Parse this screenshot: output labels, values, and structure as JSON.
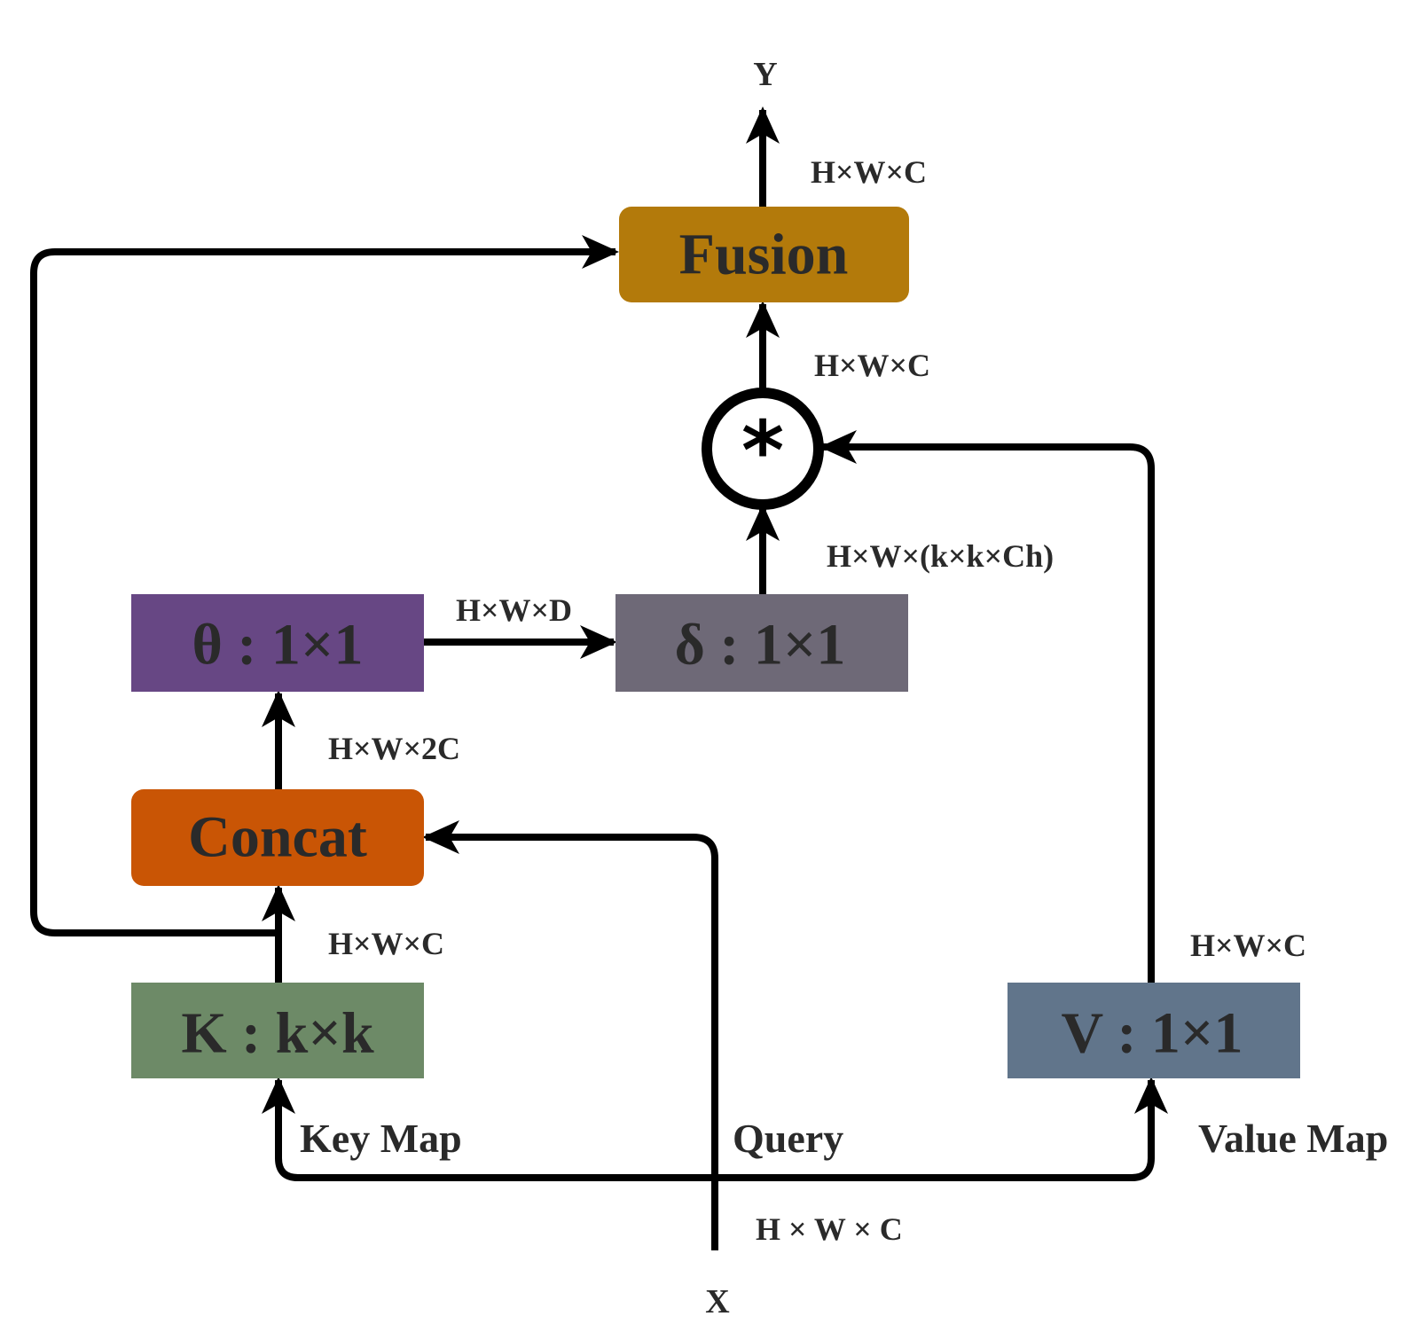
{
  "nodes": {
    "fusion": {
      "label": "Fusion",
      "color": "#b37a0b"
    },
    "theta": {
      "label": "θ : 1×1",
      "color": "#674784"
    },
    "delta": {
      "label": "δ : 1×1",
      "color": "#6e6977"
    },
    "concat": {
      "label": "Concat",
      "color": "#c95505"
    },
    "key_conv": {
      "label": "K : k×k",
      "color": "#6d8a67"
    },
    "value_conv": {
      "label": "V : 1×1",
      "color": "#61758b"
    },
    "multiply": {
      "symbol": "*"
    }
  },
  "io": {
    "output": "Y",
    "input": "X"
  },
  "branch_labels": {
    "key_map": "Key Map",
    "query": "Query",
    "value_map": "Value Map"
  },
  "dimensions": {
    "output": "H×W×C",
    "multiply_out": "H×W×C",
    "delta_out": "H×W×(k×k×Ch)",
    "theta_out": "H×W×D",
    "concat_out": "H×W×2C",
    "key_out": "H×W×C",
    "value_out": "H×W×C",
    "input": "H × W × C"
  }
}
